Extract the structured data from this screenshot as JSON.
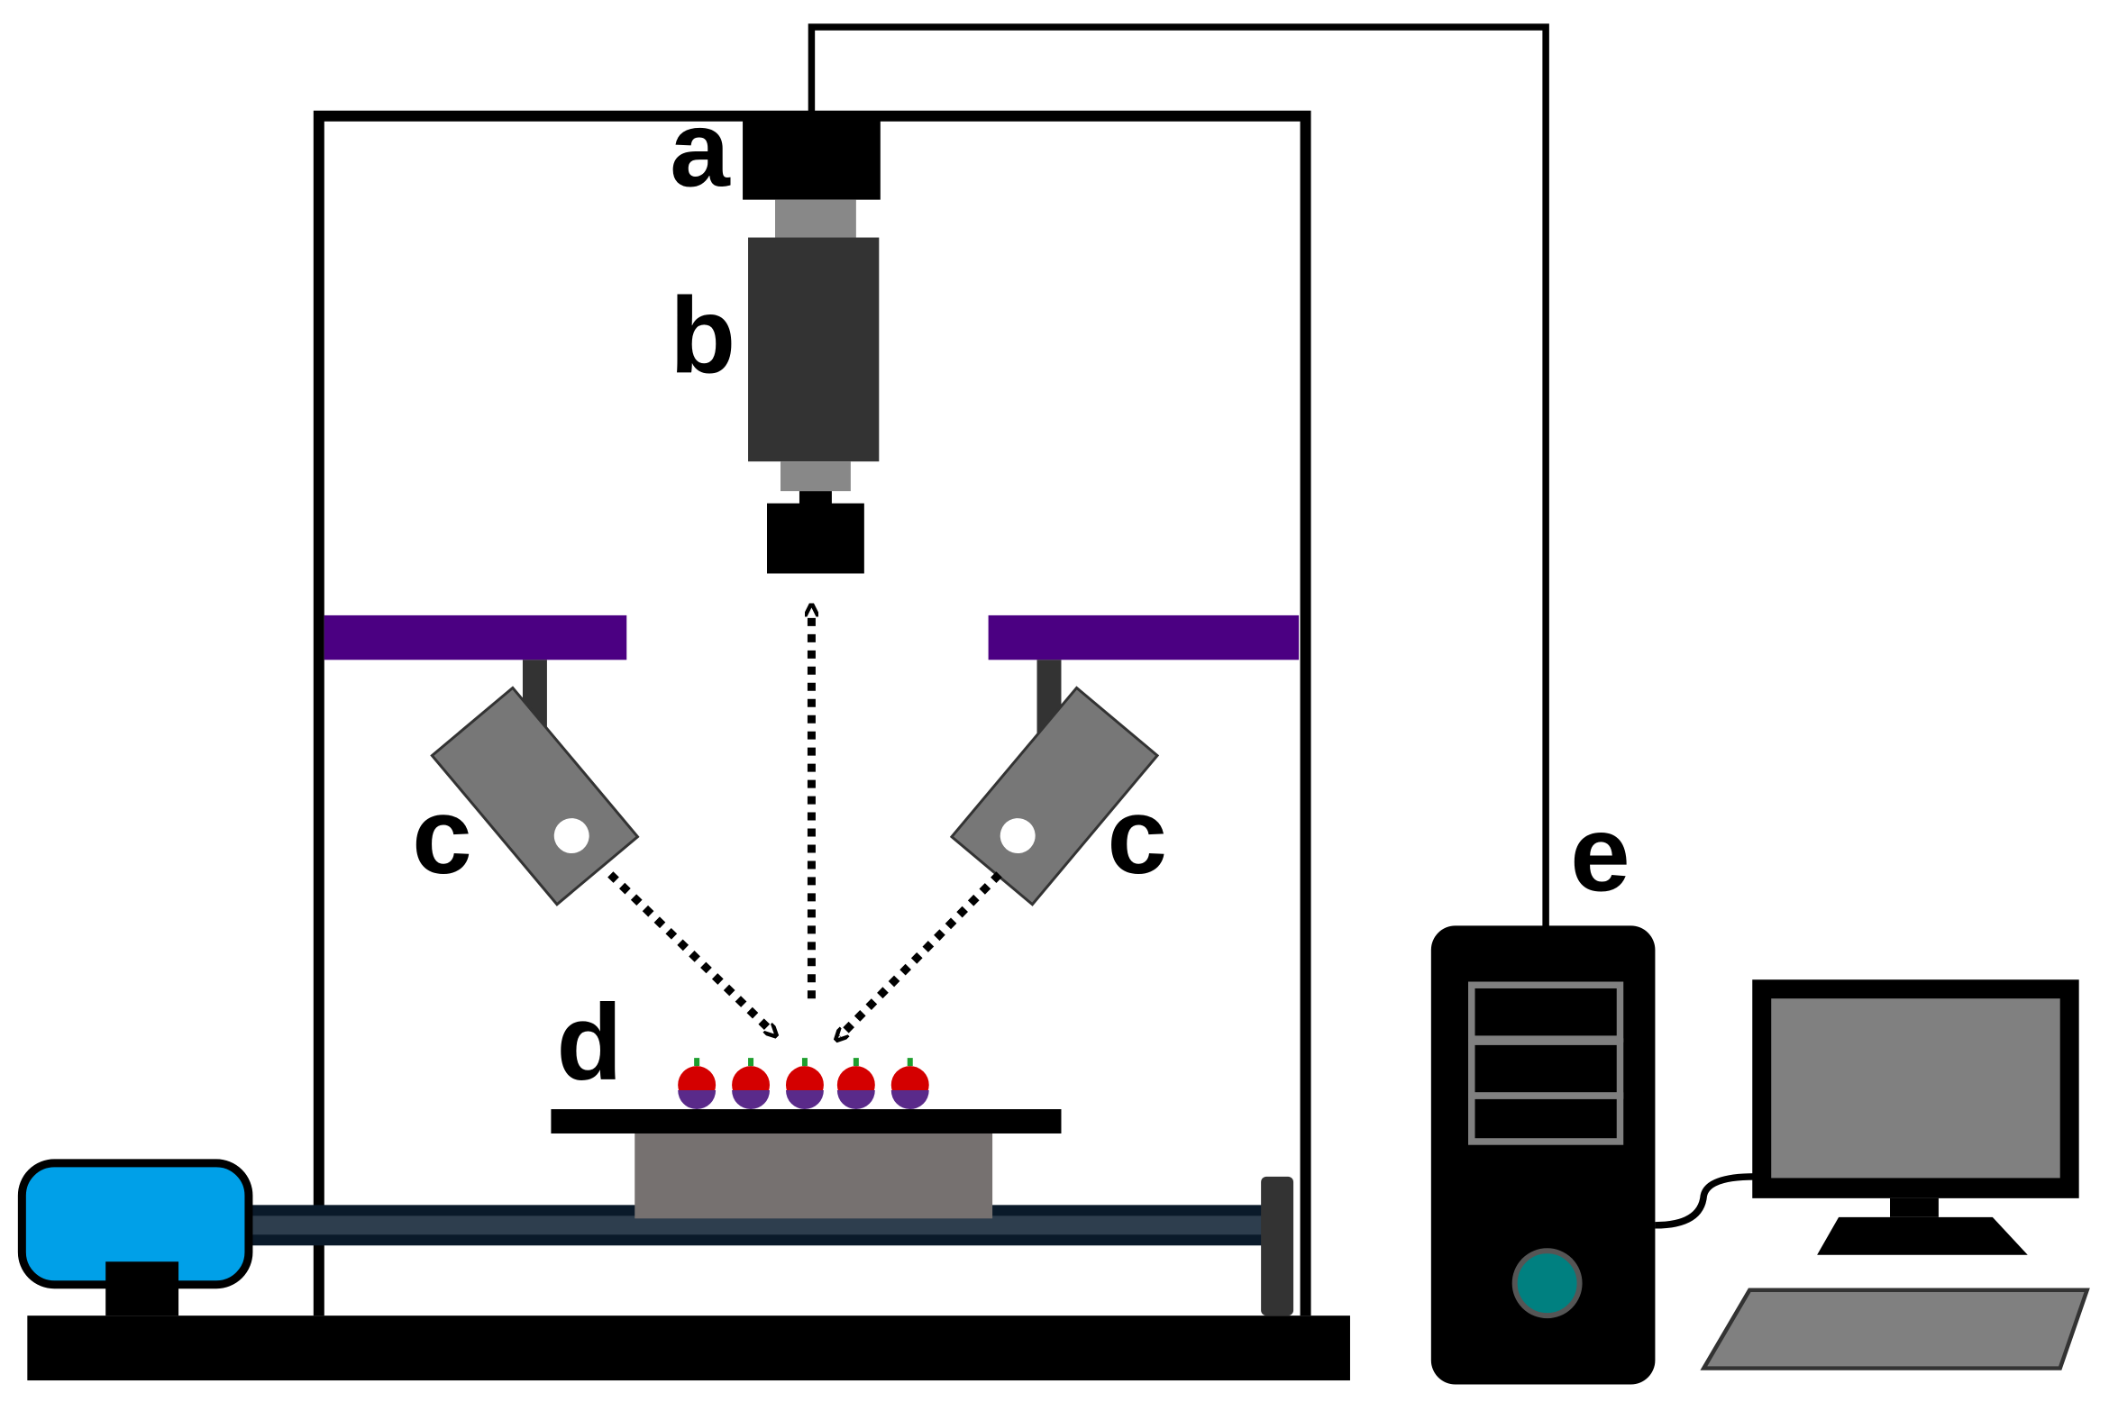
{
  "labels": {
    "camera": "a",
    "lens": "b",
    "light_left": "c",
    "light_right": "c",
    "sample": "d",
    "computer": "e"
  },
  "colors": {
    "frame": "#000000",
    "camera_body": "#000000",
    "lens_body": "#333333",
    "lens_ring": "#888888",
    "light_bar": "#4b0082",
    "lamp_housing": "#777777",
    "stage_base": "#767170",
    "sample_fruit": "#d40000",
    "sample_bottom": "#5a2a8a",
    "stem": "#1e9e2e",
    "motor": "#00a0e8",
    "monitor_screen": "#808080",
    "keyboard": "#808080",
    "power_button": "#008080",
    "drive_bay": "#808080"
  },
  "icons": {
    "camera": "camera-icon",
    "lens": "lens-icon",
    "lamp": "lamp-icon",
    "computer": "computer-tower-icon",
    "monitor": "monitor-icon",
    "keyboard": "keyboard-icon",
    "motor": "motor-icon"
  },
  "samples_count": 5
}
